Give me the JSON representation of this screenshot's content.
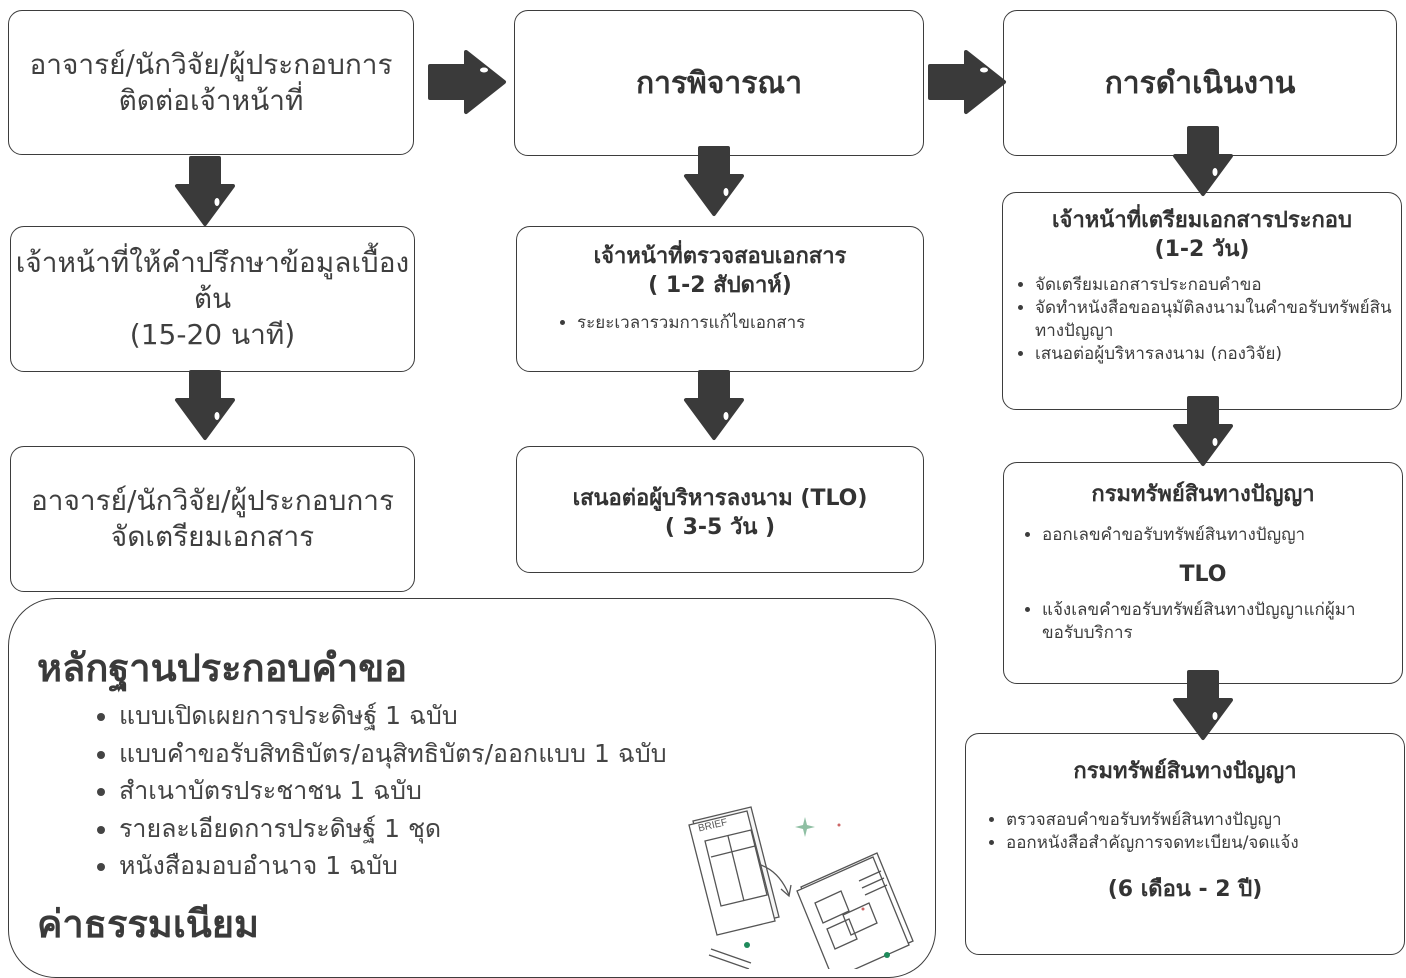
{
  "col1": {
    "box1": [
      "อาจารย์/นักวิจัย/ผู้ประกอบการ",
      "ติดต่อเจ้าหน้าที่"
    ],
    "box2": [
      "เจ้าหน้าที่ให้คำปรึกษาข้อมูลเบื้องต้น",
      "(15-20 นาที)"
    ],
    "box3": [
      "อาจารย์/นักวิจัย/ผู้ประกอบการ",
      "จัดเตรียมเอกสาร"
    ]
  },
  "col2": {
    "header": "การพิจารณา",
    "box2": {
      "title": [
        "เจ้าหน้าที่ตรวจสอบเอกสาร",
        "( 1-2 สัปดาห์)"
      ],
      "bullets": [
        "ระยะเวลารวมการแก้ไขเอกสาร"
      ]
    },
    "box3": [
      "เสนอต่อผู้บริหารลงนาม (TLO)",
      "( 3-5 วัน )"
    ]
  },
  "col3": {
    "header": "การดำเนินงาน",
    "box2": {
      "title": [
        "เจ้าหน้าที่เตรียมเอกสารประกอบ",
        "(1-2 วัน)"
      ],
      "bullets": [
        "จัดเตรียมเอกสารประกอบคำขอ",
        "จัดทำหนังสือขออนุมัติลงนามในคำขอรับทรัพย์สินทางปัญญา",
        "เสนอต่อผู้บริหารลงนาม (กองวิจัย)"
      ]
    },
    "box3": {
      "title": "กรมทรัพย์สินทางปัญญา",
      "bullets1": [
        "ออกเลขคำขอรับทรัพย์สินทางปัญญา"
      ],
      "subtitle": "TLO",
      "bullets2": [
        "แจ้งเลขคำขอรับทรัพย์สินทางปัญญาแก่ผู้มาขอรับบริการ"
      ]
    },
    "box4": {
      "title": "กรมทรัพย์สินทางปัญญา",
      "bullets": [
        "ตรวจสอบคำขอรับทรัพย์สินทางปัญญา",
        "ออกหนังสือสำคัญการจดทะเบียน/จดแจ้ง"
      ],
      "duration": "(6 เดือน - 2 ปี)"
    }
  },
  "evidence": {
    "title": "หลักฐานประกอบคำขอ",
    "items": [
      "แบบเปิดเผยการประดิษฐ์ 1 ฉบับ",
      "แบบคำขอรับสิทธิบัตร/อนุสิทธิบัตร/ออกแบบ  1 ฉบับ",
      "สำเนาบัตรประชาชน 1 ฉบับ",
      "รายละเอียดการประดิษฐ์ 1 ชุด",
      "หนังสือมอบอำนาจ  1 ฉบับ"
    ],
    "fee_title": "ค่าธรรมเนียม",
    "illustration_text": "BRIEF"
  },
  "colors": {
    "arrow": "#3a3a3a",
    "border": "#3d3d3d",
    "accent_green": "#1f8a5b"
  }
}
